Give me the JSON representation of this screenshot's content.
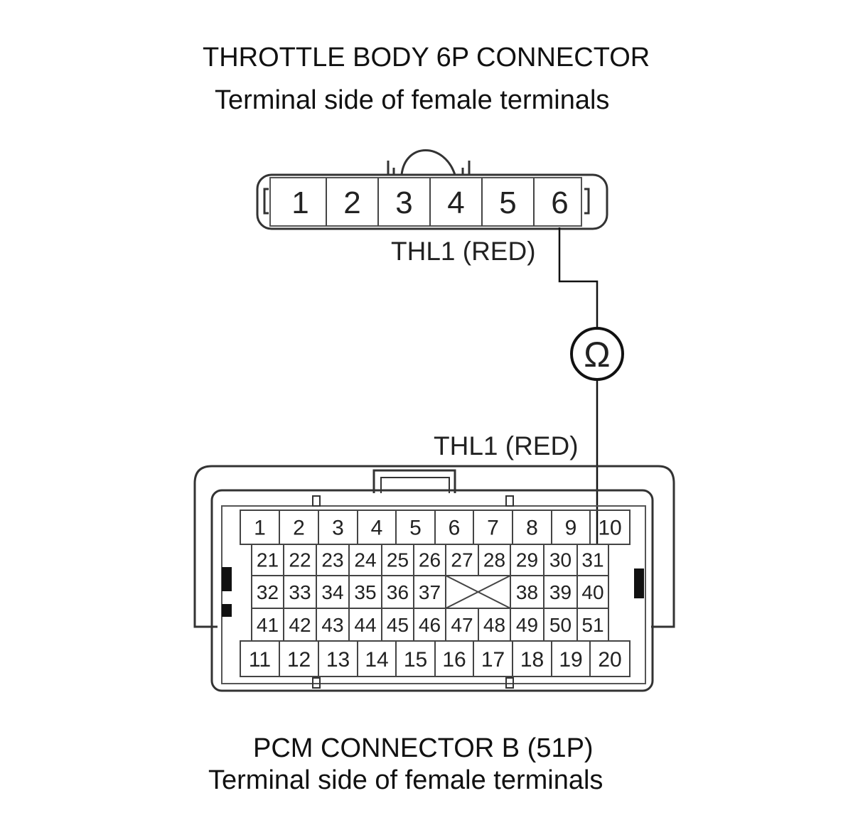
{
  "throttle_connector": {
    "title": "THROTTLE BODY 6P CONNECTOR",
    "subtitle": "Terminal side of female terminals",
    "terminals": [
      "1",
      "2",
      "3",
      "4",
      "5",
      "6"
    ],
    "wire_label": "THL1 (RED)",
    "probe_terminal": "6"
  },
  "meter": {
    "symbol": "Ω"
  },
  "pcm_connector": {
    "title": "PCM CONNECTOR B (51P)",
    "subtitle": "Terminal side of female terminals",
    "wire_label": "THL1 (RED)",
    "probe_terminal": "10",
    "rows": [
      [
        "1",
        "2",
        "3",
        "4",
        "5",
        "6",
        "7",
        "8",
        "9",
        "10"
      ],
      [
        "21",
        "22",
        "23",
        "24",
        "25",
        "26",
        "27",
        "28",
        "29",
        "30",
        "31"
      ],
      [
        "32",
        "33",
        "34",
        "35",
        "36",
        "37",
        "",
        "38",
        "39",
        "40"
      ],
      [
        "41",
        "42",
        "43",
        "44",
        "45",
        "46",
        "47",
        "48",
        "49",
        "50",
        "51"
      ],
      [
        "11",
        "12",
        "13",
        "14",
        "15",
        "16",
        "17",
        "18",
        "19",
        "20"
      ]
    ]
  }
}
